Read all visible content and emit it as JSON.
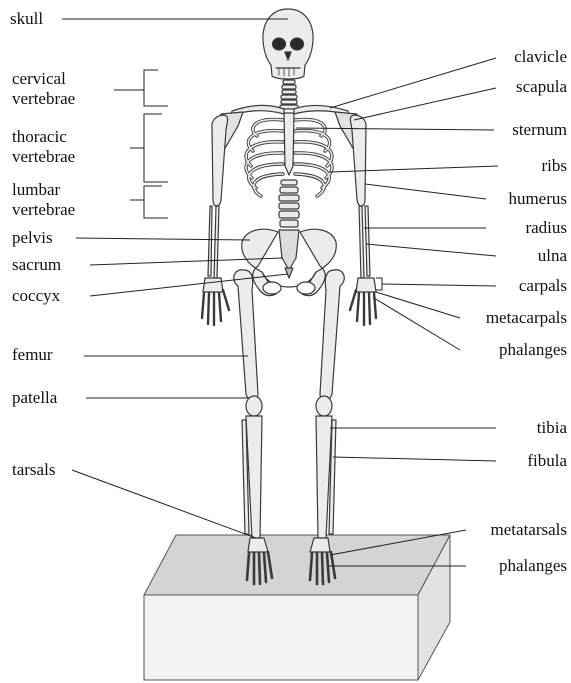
{
  "diagram": {
    "colors": {
      "bone_fill": "#ececec",
      "bone_stroke": "#3a3a3a",
      "leader": "#222222",
      "box_top": "#d4d4d4",
      "box_front": "#f2f2f2",
      "box_side": "#e2e2e2"
    },
    "left_labels": {
      "skull": "skull",
      "cervical_1": "cervical",
      "cervical_2": "vertebrae",
      "thoracic_1": "thoracic",
      "thoracic_2": "vertebrae",
      "lumbar_1": "lumbar",
      "lumbar_2": "vertebrae",
      "pelvis": "pelvis",
      "sacrum": "sacrum",
      "coccyx": "coccyx",
      "femur": "femur",
      "patella": "patella",
      "tarsals": "tarsals"
    },
    "right_labels": {
      "clavicle": "clavicle",
      "scapula": "scapula",
      "sternum": "sternum",
      "ribs": "ribs",
      "humerus": "humerus",
      "radius": "radius",
      "ulna": "ulna",
      "carpals": "carpals",
      "metacarpals": "metacarpals",
      "phalanges_hand": "phalanges",
      "tibia": "tibia",
      "fibula": "fibula",
      "metatarsals": "metatarsals",
      "phalanges_foot": "phalanges"
    }
  }
}
